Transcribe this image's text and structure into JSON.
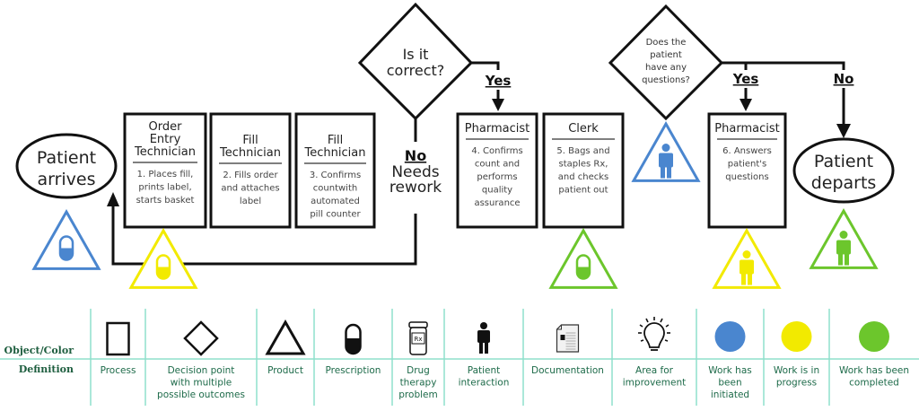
{
  "flow": {
    "start": {
      "line1": "Patient",
      "line2": "arrives"
    },
    "end": {
      "line1": "Patient",
      "line2": "departs"
    },
    "steps": [
      {
        "role": [
          "Order",
          "Entry",
          "Technician"
        ],
        "desc": [
          "1. Places fill,",
          "prints label,",
          "starts basket"
        ],
        "status": "in-progress",
        "marker": "prescription"
      },
      {
        "role": [
          "Fill",
          "Technician"
        ],
        "desc": [
          "2. Fills order",
          "and attaches",
          "label"
        ]
      },
      {
        "role": [
          "Fill",
          "Technician"
        ],
        "desc": [
          "3. Confirms",
          "countwith",
          "automated",
          "pill counter"
        ]
      },
      {
        "role": [
          "Pharmacist"
        ],
        "desc": [
          "4. Confirms",
          "count and",
          "performs",
          "quality",
          "assurance"
        ]
      },
      {
        "role": [
          "Clerk"
        ],
        "desc": [
          "5. Bags and",
          "staples Rx,",
          "and checks",
          "patient out"
        ],
        "status": "completed",
        "marker": "prescription"
      },
      {
        "role": [
          "Pharmacist"
        ],
        "desc": [
          "6. Answers",
          "patient's",
          "questions"
        ],
        "status": "in-progress",
        "marker": "patient-interaction"
      }
    ],
    "decisions": [
      {
        "lines": [
          "Is it",
          "correct?"
        ],
        "yes": "Yes",
        "no": "No",
        "no_note": [
          "Needs",
          "rework"
        ]
      },
      {
        "lines": [
          "Does the",
          "patient",
          "have any",
          "questions?"
        ],
        "yes": "Yes",
        "no": "No",
        "status": "initiated",
        "marker": "patient-interaction"
      }
    ],
    "start_marker": {
      "status": "initiated",
      "marker": "prescription"
    },
    "end_marker": {
      "status": "completed",
      "marker": "patient-interaction"
    }
  },
  "legend": {
    "row_headers": {
      "object": "Object/Color",
      "definition": "Definition"
    },
    "items": [
      {
        "icon": "process-rectangle-icon",
        "label": [
          "Process"
        ]
      },
      {
        "icon": "decision-diamond-icon",
        "label": [
          "Decision point",
          "with multiple",
          "possible outcomes"
        ]
      },
      {
        "icon": "product-triangle-icon",
        "label": [
          "Product"
        ]
      },
      {
        "icon": "prescription-capsule-icon",
        "label": [
          "Prescription"
        ]
      },
      {
        "icon": "pill-bottle-rx-icon",
        "label": [
          "Drug",
          "therapy",
          "problem"
        ],
        "rx": "Rx"
      },
      {
        "icon": "person-icon",
        "label": [
          "Patient",
          "interaction"
        ]
      },
      {
        "icon": "document-icon",
        "label": [
          "Documentation"
        ]
      },
      {
        "icon": "lightbulb-icon",
        "label": [
          "Area for",
          "improvement"
        ]
      },
      {
        "icon": "blue-circle-icon",
        "label": [
          "Work has",
          "been",
          "initiated"
        ]
      },
      {
        "icon": "yellow-circle-icon",
        "label": [
          "Work is in",
          "progress"
        ]
      },
      {
        "icon": "green-circle-icon",
        "label": [
          "Work has been",
          "completed"
        ]
      }
    ]
  },
  "colors": {
    "initiated": "#4a86cf",
    "in-progress": "#f2ea00",
    "completed": "#6cc62c",
    "legend_line": "#8fe0cc",
    "legend_text": "#1e6b4a"
  }
}
